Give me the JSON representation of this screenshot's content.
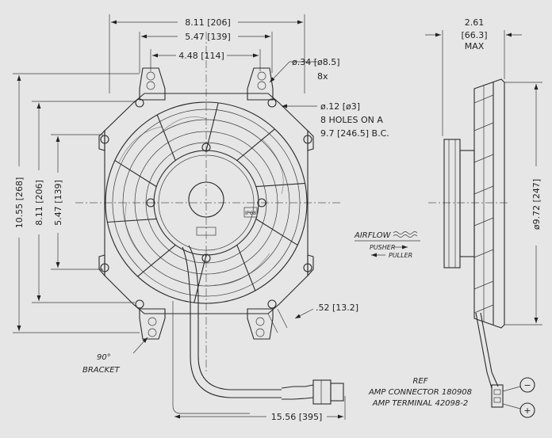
{
  "dimensions": {
    "width_overall": "8.11 [206]",
    "width_mid": "5.47 [139]",
    "width_inner": "4.48 [114]",
    "height_overall": "10.55 [268]",
    "height_mid": "8.11 [206]",
    "height_inner": "5.47 [139]",
    "depth_value": "2.61",
    "depth_metric": "[66.3]",
    "depth_note": "MAX",
    "diameter_side": "ø9.72 [247]",
    "offset": ".52 [13.2]",
    "lead_length": "15.56 [395]"
  },
  "callouts": {
    "slot_dia": "ø.34 [ø8.5]",
    "slot_qty": "8x",
    "hole_dia": "ø.12 [ø3]",
    "hole_line2": "8 HOLES ON A",
    "hole_line3": "9.7 [246.5] B.C.",
    "bracket_line1": "90°",
    "bracket_line2": "BRACKET"
  },
  "airflow": {
    "label": "AIRFLOW",
    "pusher": "PUSHER",
    "puller": "PULLER"
  },
  "motor": {
    "ip_rating": "IP68"
  },
  "reference": {
    "title": "REF",
    "connector": "AMP CONNECTOR 180908",
    "terminal": "AMP TERMINAL 42098-2",
    "minus_symbol": "−",
    "plus_symbol": "+"
  }
}
